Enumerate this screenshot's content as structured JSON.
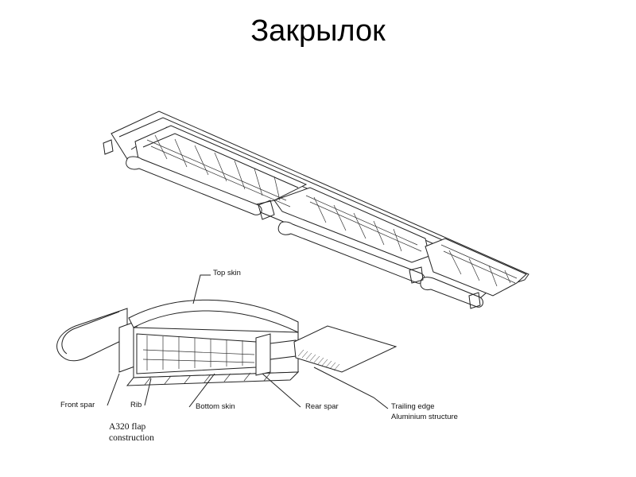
{
  "title": "Закрылок",
  "labels": {
    "top_skin": "Top skin",
    "front_spar": "Front spar",
    "rib": "Rib",
    "bottom_skin": "Bottom skin",
    "rear_spar": "Rear spar",
    "trailing_edge_line1": "Trailing edge",
    "trailing_edge_line2": "Aluminium structure"
  },
  "caption": {
    "line1": "A320 flap",
    "line2": "construction"
  }
}
